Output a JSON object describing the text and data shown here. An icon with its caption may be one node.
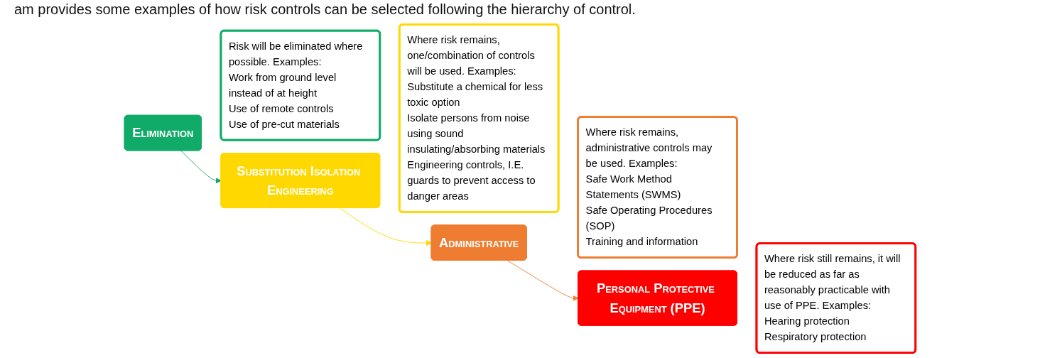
{
  "diagram": {
    "nodes": [
      {
        "text": [
          "Elimination"
        ]
      },
      {
        "text": [
          "Risk will be eliminated where possible. Examples:",
          "Work from ground level instead of at height",
          "Use of remote controls",
          "Use of pre-cut materials"
        ]
      },
      {
        "text": [
          "Substitution Isolation Engineering"
        ]
      },
      {
        "text": [
          "Where risk remains, one/combination of controls will be used. Examples:",
          "Substitute a chemical for less toxic option",
          "Isolate persons from noise using sound insulating/absorbing materials",
          "Engineering controls, I.E. guards to prevent access to danger areas"
        ]
      },
      {
        "text": [
          "Administrative"
        ]
      },
      {
        "text": [
          "Where risk remains, administrative controls may be used. Examples:",
          "Safe Work Method Statements (SWMS)",
          "Safe Operating Procedures (SOP)",
          "Training and information"
        ]
      },
      {
        "text": [
          "Personal Protective Equipment (PPE)"
        ]
      },
      {
        "text": [
          "Where risk still remains, it will be reduced as far as reasonably practicable with use of PPE. Examples:",
          "Hearing protection",
          "Respiratory protection"
        ]
      }
    ],
    "edges": [
      {
        "from": 0,
        "to": 2,
        "arrow": "to",
        "color": "#10ab68"
      },
      {
        "from": 2,
        "to": 4,
        "arrow": "to",
        "color": "#ffd800"
      },
      {
        "from": 4,
        "to": 6,
        "arrow": "to",
        "color": "#ee7d31"
      }
    ],
    "labels": [
      "am provides some examples of how risk controls can be selected following the hierarchy of control."
    ]
  }
}
